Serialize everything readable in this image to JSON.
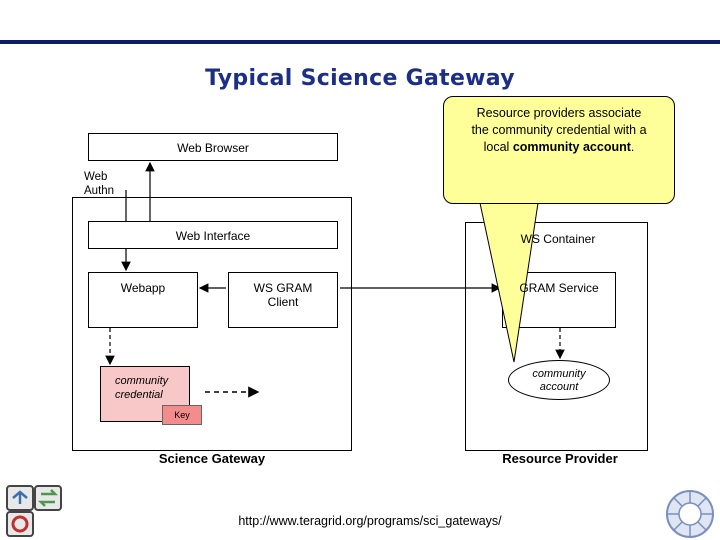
{
  "title": "Typical Science Gateway",
  "callout": {
    "line1": "Resource providers associate",
    "line2": "the community credential with a",
    "line3_prefix": "local ",
    "line3_bold": "community account",
    "line3_suffix": "."
  },
  "nodes": {
    "web_browser": "Web Browser",
    "web_authn_line1": "Web",
    "web_authn_line2": "Authn",
    "web_interface": "Web Interface",
    "webapp": "Webapp",
    "ws_gram_client_line1": "WS GRAM",
    "ws_gram_client_line2": "Client",
    "ws_container": "WS Container",
    "gram_service": "GRAM Service",
    "community_account_line1": "community",
    "community_account_line2": "account",
    "community_credential_line1": "community",
    "community_credential_line2": "credential",
    "key": "Key"
  },
  "captions": {
    "science_gateway": "Science Gateway",
    "resource_provider": "Resource Provider"
  },
  "url": "http://www.teragrid.org/programs/sci_gateways/",
  "colors": {
    "title": "#1b2f88",
    "top_bar": "#0a1a6e",
    "callout_fill": "#ffff99",
    "credential_fill": "#f8c8c8",
    "key_fill": "#f48c8c"
  },
  "icons": [
    "teragrid-logo-icon",
    "nsf-logo-icon"
  ]
}
